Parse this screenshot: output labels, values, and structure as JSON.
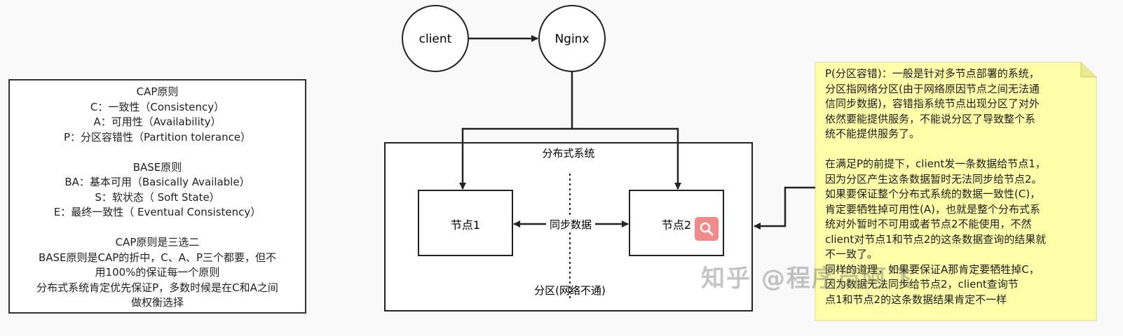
{
  "left_panel": {
    "lines": [
      "CAP原则",
      "C：一致性（Consistency）",
      "A：可用性（Availability）",
      "P：分区容错性（Partition tolerance）",
      "",
      "BASE原则",
      "BA：基本可用（Basically Available）",
      "S：软状态（ Soft State）",
      "E：最终一致性（ Eventual Consistency）",
      "",
      "CAP原则是三选二",
      "BASE原则是CAP的折中，C、A、P三个都要，但不",
      "用100%的保证每一个原则",
      "分布式系统肯定优先保证P，多数时候是在C和A之间",
      "做权衡选择"
    ]
  },
  "nodes": {
    "client": "client",
    "nginx": "Nginx",
    "system": "分布式系统",
    "node1": "节点1",
    "node2": "节点2",
    "sync": "同步数据",
    "partition": "分区(网络不通)"
  },
  "note": {
    "lines": [
      "P(分区容错)：一般是针对多节点部署的系统，",
      "分区指网络分区(由于网络原因节点之间无法通",
      "信同步数据)，容错指系统节点出现分区了对外",
      "依然要能提供服务，不能说分区了导致整个系",
      "统不能提供服务了。",
      "",
      "在满足P的前提下，client发一条数据给节点1，",
      "因为分区产生这条数据暂时无法同步给节点2。",
      "如果要保证整个分布式系统的数据一致性(C)，",
      "肯定要牺牲掉可用性(A)，也就是整个分布式系",
      "统对外暂时不可用或者节点2不能使用，不然",
      "client对节点1和节点2的这条数据查询的结果就",
      "不一致了。",
      "同样的道理，如果要保证A那肯定要牺牲掉C，",
      "因为数据无法同步给节点2，client查询节",
      "点1和节点2的这条数据结果肯定不一样"
    ]
  },
  "watermark": "知乎 @程序员阿飞",
  "colors": {
    "note_bg": "#ffffaa",
    "badge": "#f08b8b"
  }
}
